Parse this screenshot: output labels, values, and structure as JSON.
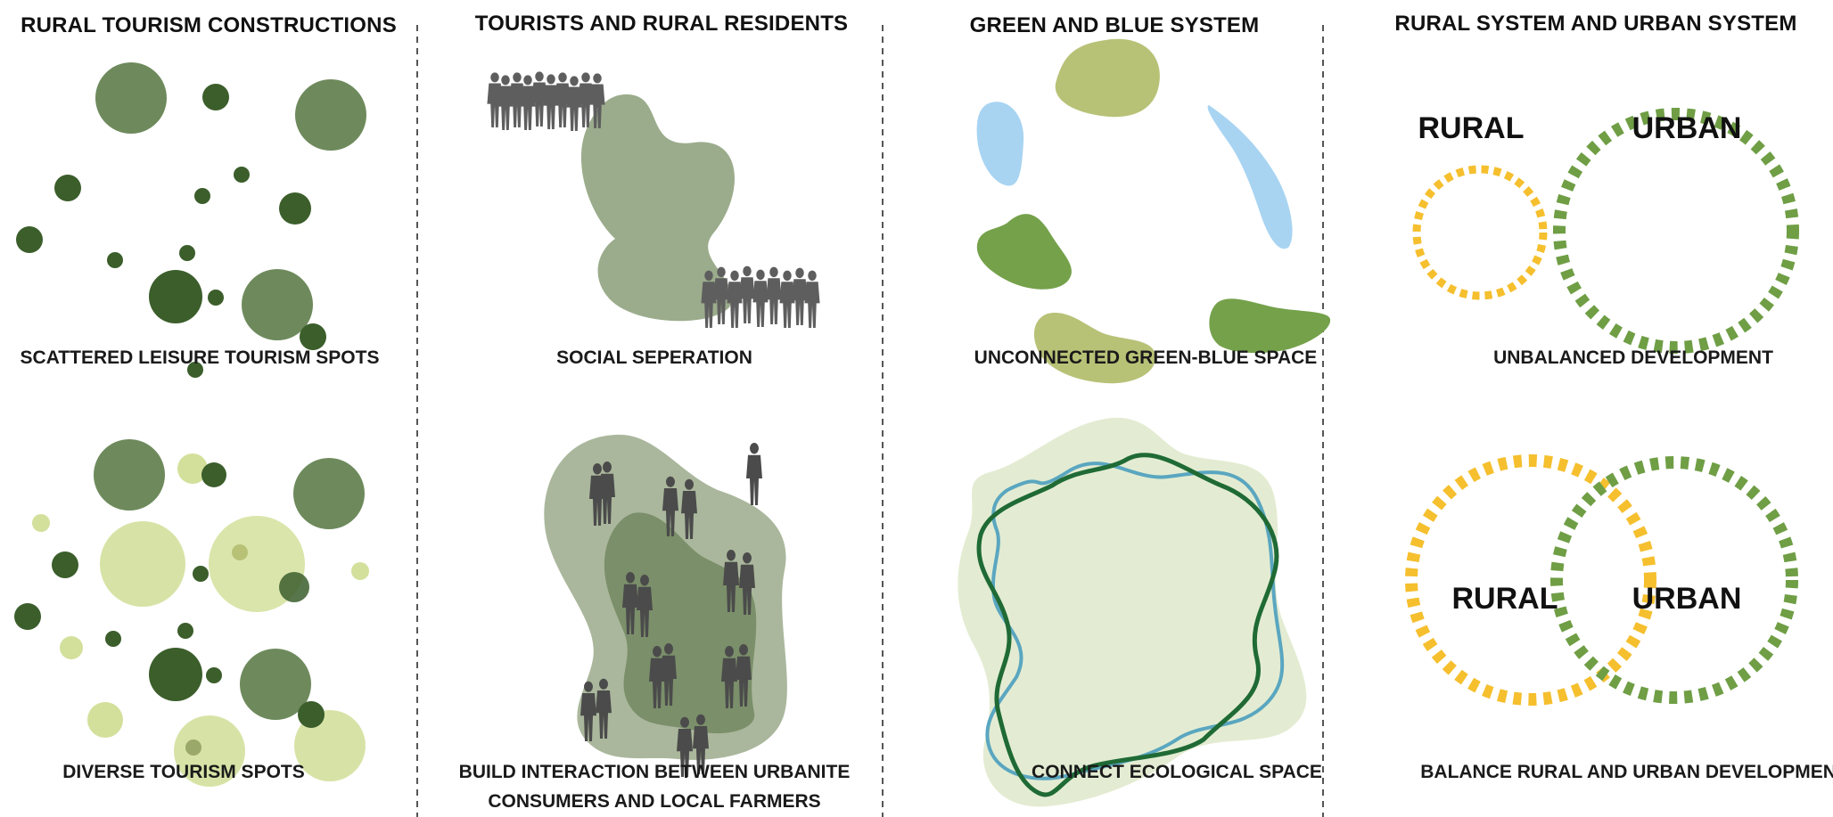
{
  "columns": [
    {
      "title": "RURAL TOURISM CONSTRUCTIONS",
      "top_caption": "SCATTERED LEISURE TOURISM SPOTS",
      "bottom_caption": "DIVERSE TOURISM SPOTS"
    },
    {
      "title": "TOURISTS AND RURAL RESIDENTS",
      "top_caption": "SOCIAL SEPERATION",
      "bottom_caption_line1": "BUILD INTERACTION BETWEEN URBANITE",
      "bottom_caption_line2": "CONSUMERS AND LOCAL FARMERS"
    },
    {
      "title": "GREEN AND BLUE SYSTEM",
      "top_caption": "UNCONNECTED GREEN-BLUE SPACE",
      "bottom_caption": "CONNECT ECOLOGICAL SPACE"
    },
    {
      "title": "RURAL SYSTEM AND URBAN SYSTEM",
      "top_caption": "UNBALANCED DEVELOPMENT",
      "bottom_caption": "BALANCE RURAL AND URBAN DEVELOPMENT",
      "rural_label": "RURAL",
      "urban_label": "URBAN"
    }
  ],
  "colors": {
    "dark_green": "#3b5e2b",
    "mid_green": "#6e8a5c",
    "light_green": "#d3e09c",
    "olive": "#b8c277",
    "leaf_green": "#74a14a",
    "blue": "#a8d4f2",
    "stream_blue": "#5aa6c0",
    "path_green": "#1f6a35",
    "yellow": "#f5bf2e",
    "ring_green": "#6f9e45",
    "people_gray": "#5e5e5e",
    "blob_green": "#9bac8c",
    "blob_inner": "#7b8f6a",
    "pale_green": "#e3ecd2"
  }
}
